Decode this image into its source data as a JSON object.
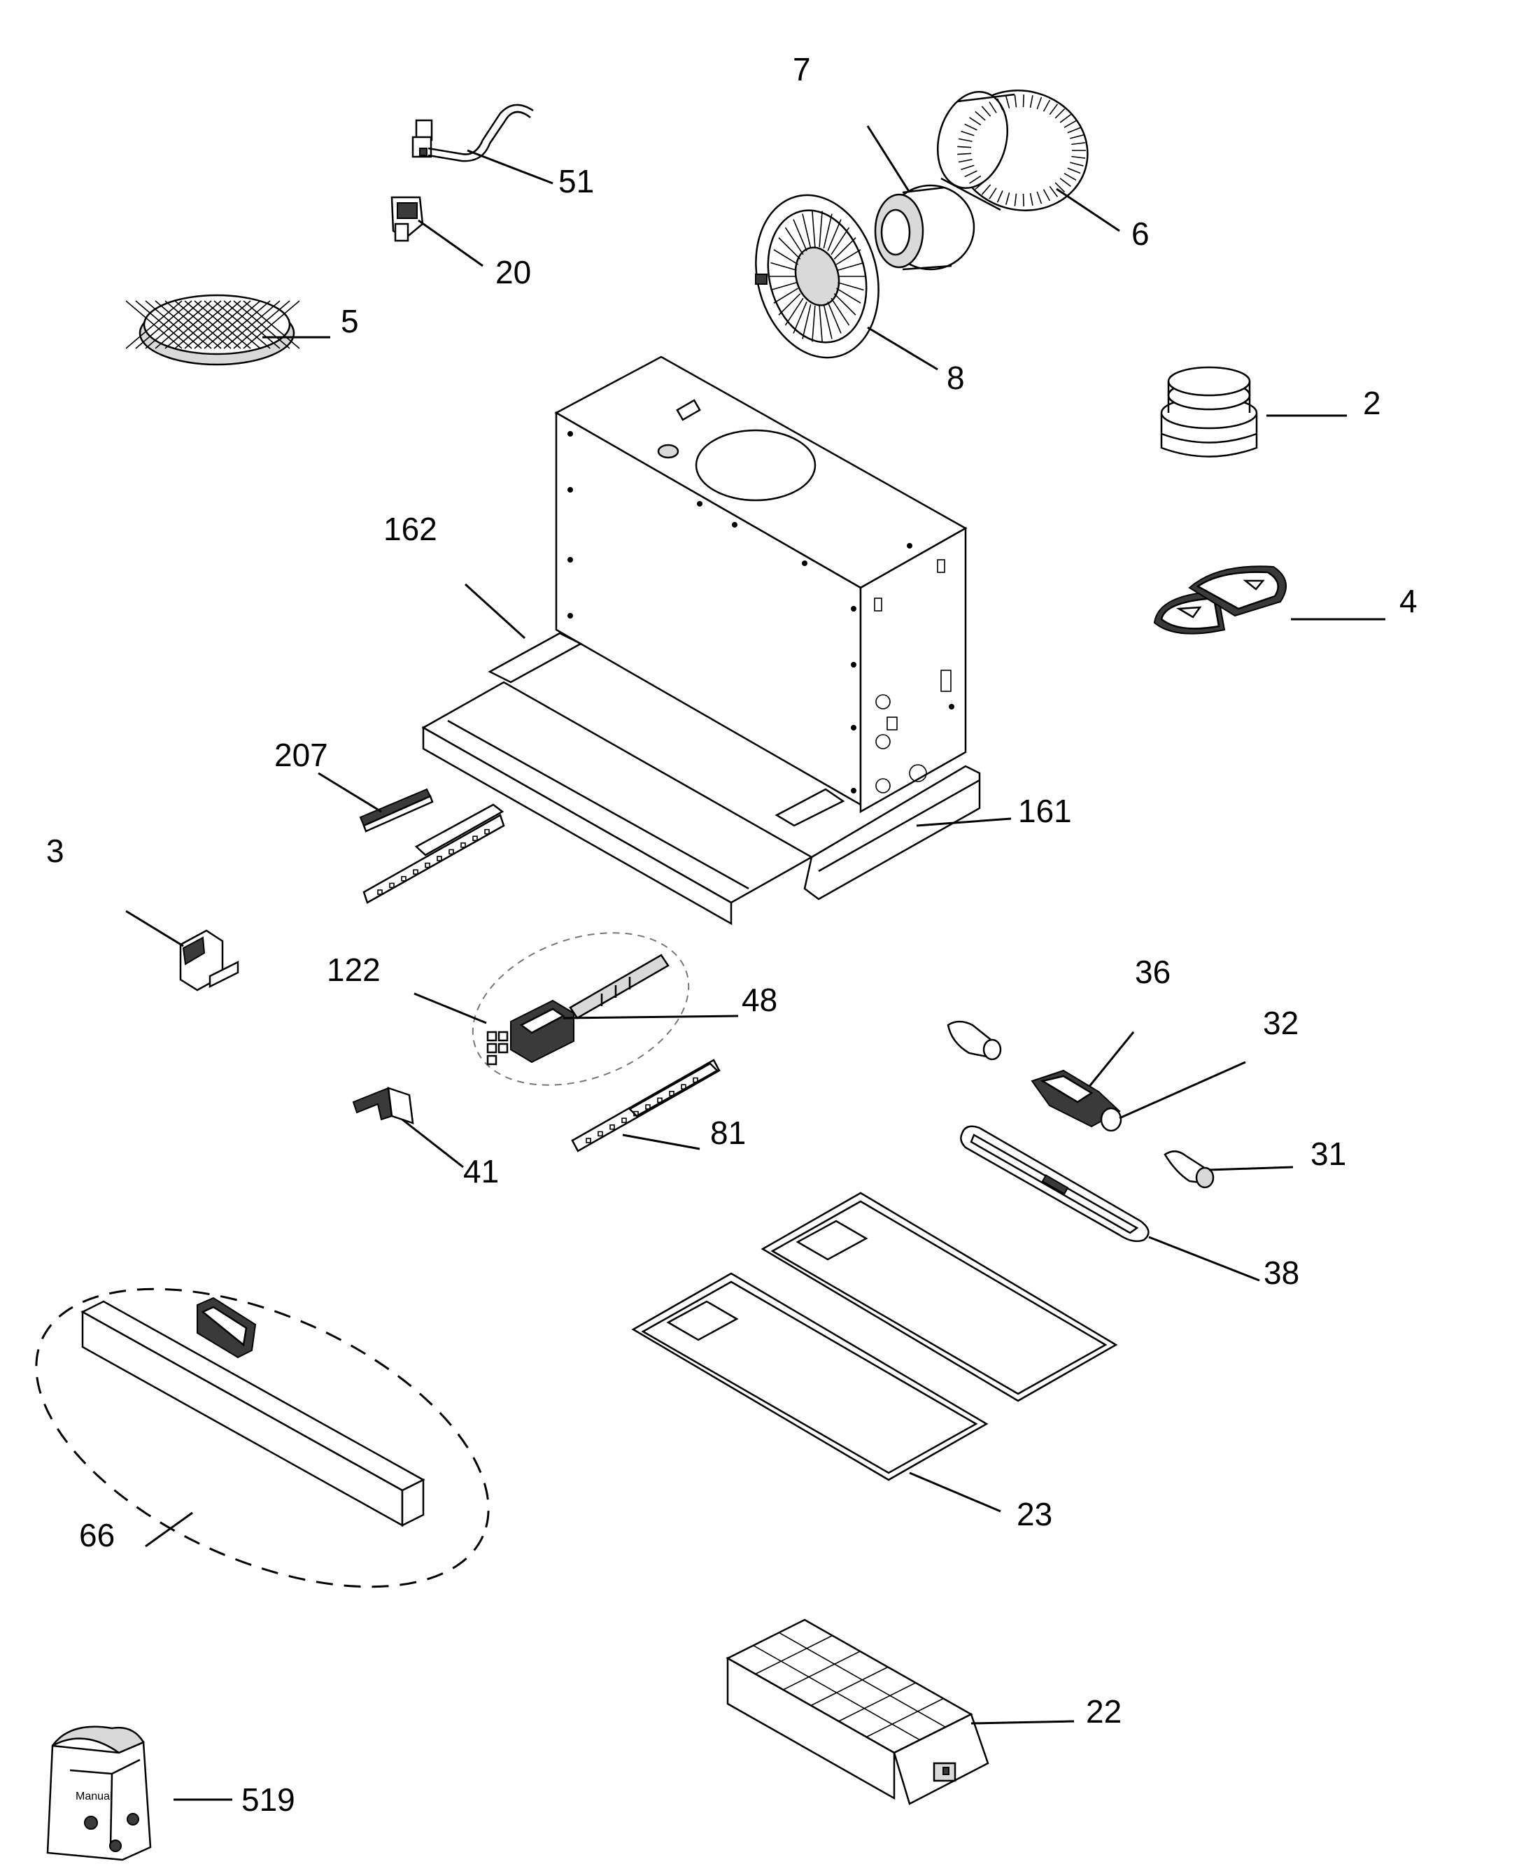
{
  "diagram": {
    "parts": [
      {
        "id": "51",
        "label": "51"
      },
      {
        "id": "20",
        "label": "20"
      },
      {
        "id": "5",
        "label": "5"
      },
      {
        "id": "7",
        "label": "7"
      },
      {
        "id": "6",
        "label": "6"
      },
      {
        "id": "8",
        "label": "8"
      },
      {
        "id": "2",
        "label": "2"
      },
      {
        "id": "4",
        "label": "4"
      },
      {
        "id": "162",
        "label": "162"
      },
      {
        "id": "161",
        "label": "161"
      },
      {
        "id": "207",
        "label": "207"
      },
      {
        "id": "3",
        "label": "3"
      },
      {
        "id": "122",
        "label": "122"
      },
      {
        "id": "48",
        "label": "48"
      },
      {
        "id": "36",
        "label": "36"
      },
      {
        "id": "32",
        "label": "32"
      },
      {
        "id": "31",
        "label": "31"
      },
      {
        "id": "41",
        "label": "41"
      },
      {
        "id": "81",
        "label": "81"
      },
      {
        "id": "38",
        "label": "38"
      },
      {
        "id": "66",
        "label": "66"
      },
      {
        "id": "23",
        "label": "23"
      },
      {
        "id": "22",
        "label": "22"
      },
      {
        "id": "519",
        "label": "519"
      }
    ],
    "manual_bag_text": "Manual"
  }
}
